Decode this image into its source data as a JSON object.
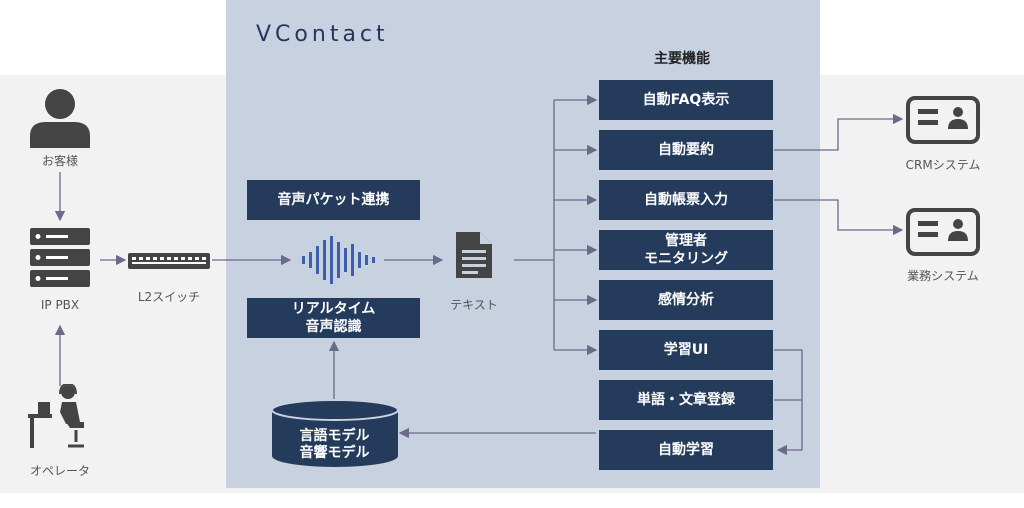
{
  "brand": "VContact",
  "features_title": "主要機能",
  "features": [
    "自動FAQ表示",
    "自動要約",
    "自動帳票入力",
    "管理者\nモニタリング",
    "感情分析",
    "学習UI",
    "単語・文章登録",
    "自動学習"
  ],
  "boxes": {
    "packet": "音声パケット連携",
    "recognition": "リアルタイム\n音声認識"
  },
  "database": "言語モデル\n音響モデル",
  "labels": {
    "customer": "お客様",
    "ippbx": "IP PBX",
    "switch": "L2スイッチ",
    "operator": "オペレータ",
    "text": "テキスト",
    "crm": "CRMシステム",
    "business": "業務システム"
  },
  "colors": {
    "panel": "#c7d1e0",
    "box": "#243b5c",
    "line": "#6b6a8a",
    "icon": "#444444"
  }
}
